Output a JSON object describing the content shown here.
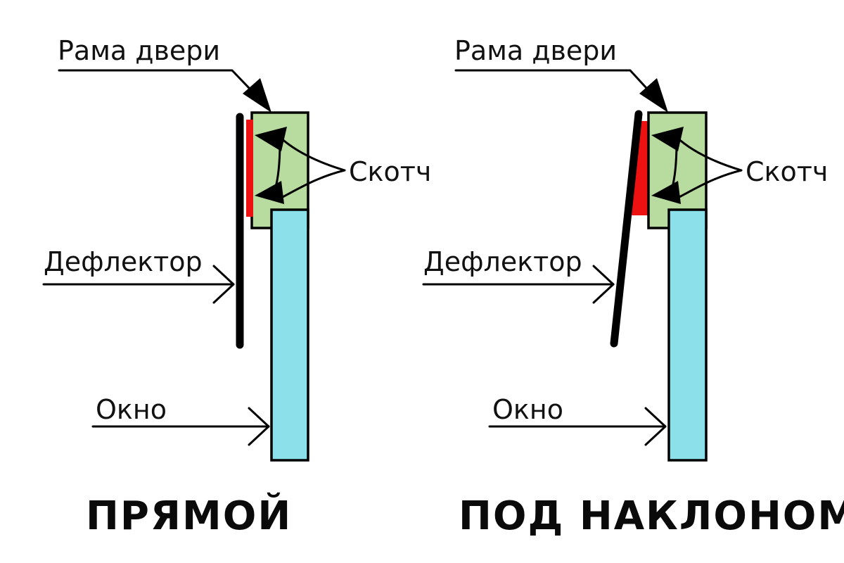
{
  "colors": {
    "frame": "#b8dba0",
    "window": "#8ce0ea",
    "tape": "#ee1111",
    "deflector": "#000000"
  },
  "panels": [
    {
      "title": "ПРЯМОЙ",
      "labels": {
        "frame": "Рама двери",
        "tape": "Скотч",
        "deflector": "Дефлектор",
        "window": "Окно"
      }
    },
    {
      "title": "ПОД НАКЛОНОМ",
      "labels": {
        "frame": "Рама двери",
        "tape": "Скотч",
        "deflector": "Дефлектор",
        "window": "Окно"
      }
    }
  ]
}
